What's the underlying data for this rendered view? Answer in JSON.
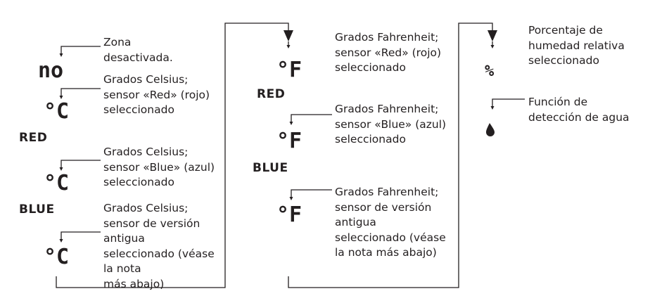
{
  "column1": {
    "zone_off": {
      "code": "no",
      "label": "Zona\ndesactivada."
    },
    "celsius_red": {
      "symbol": "°C",
      "tag": "RED",
      "label": "Grados Celsius;\nsensor «Red» (rojo)\nseleccionado"
    },
    "celsius_blue": {
      "symbol": "°C",
      "tag": "BLUE",
      "label": "Grados Celsius;\nsensor «Blue» (azul)\nseleccionado"
    },
    "celsius_old": {
      "symbol": "°C",
      "label": "Grados Celsius;\nsensor de versión\nantigua\nseleccionado (véase\nla nota\nmás abajo)"
    }
  },
  "column2": {
    "fahrenheit_red": {
      "symbol": "°F",
      "tag": "RED",
      "label": "Grados Fahrenheit;\nsensor «Red» (rojo)\nseleccionado"
    },
    "fahrenheit_blue": {
      "symbol": "°F",
      "tag": "BLUE",
      "label": "Grados Fahrenheit;\nsensor «Blue» (azul)\nseleccionado"
    },
    "fahrenheit_old": {
      "symbol": "°F",
      "label": "Grados Fahrenheit;\nsensor de versión\nantigua\nseleccionado (véase\nla nota más abajo)"
    }
  },
  "column3": {
    "humidity": {
      "symbol": "%",
      "label": "Porcentaje de\nhumedad relativa\nseleccionado"
    },
    "water": {
      "icon": "water-drop-icon",
      "label": "Función de\ndetección de agua"
    }
  },
  "colors": {
    "ink": "#231f20",
    "background": "#ffffff"
  }
}
